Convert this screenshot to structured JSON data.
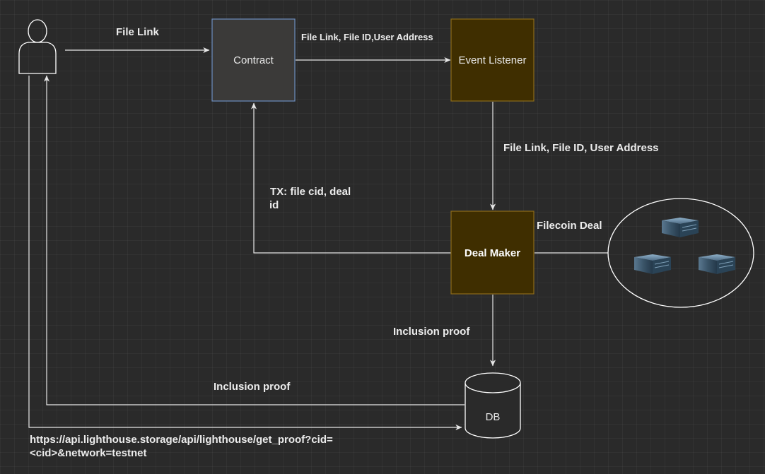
{
  "nodes": {
    "contract": "Contract",
    "event_listener": "Event Listener",
    "deal_maker": "Deal Maker",
    "db": "DB"
  },
  "edges": {
    "user_to_contract": "File Link",
    "contract_to_listener": "File Link, File ID,User Address",
    "listener_to_dealmaker": "File Link, File ID, User Address",
    "dealmaker_to_contract_line1": "TX: file cid, deal",
    "dealmaker_to_contract_line2": "id",
    "dealmaker_to_storage": "Filecoin Deal",
    "dealmaker_to_db": "Inclusion proof",
    "db_to_user": "Inclusion proof",
    "user_to_db_line1": "https://api.lighthouse.storage/api/lighthouse/get_proof?cid=",
    "user_to_db_line2": "<cid>&network=testnet"
  },
  "colors": {
    "background": "#2a2a2a",
    "contract_fill": "#3b3a39",
    "contract_stroke": "#6c8ebf",
    "process_fill": "#3f2e00",
    "process_stroke": "#8c6c1a",
    "line": "#e6e6e6"
  },
  "icons": [
    "user-icon",
    "server-icon",
    "database-icon"
  ]
}
